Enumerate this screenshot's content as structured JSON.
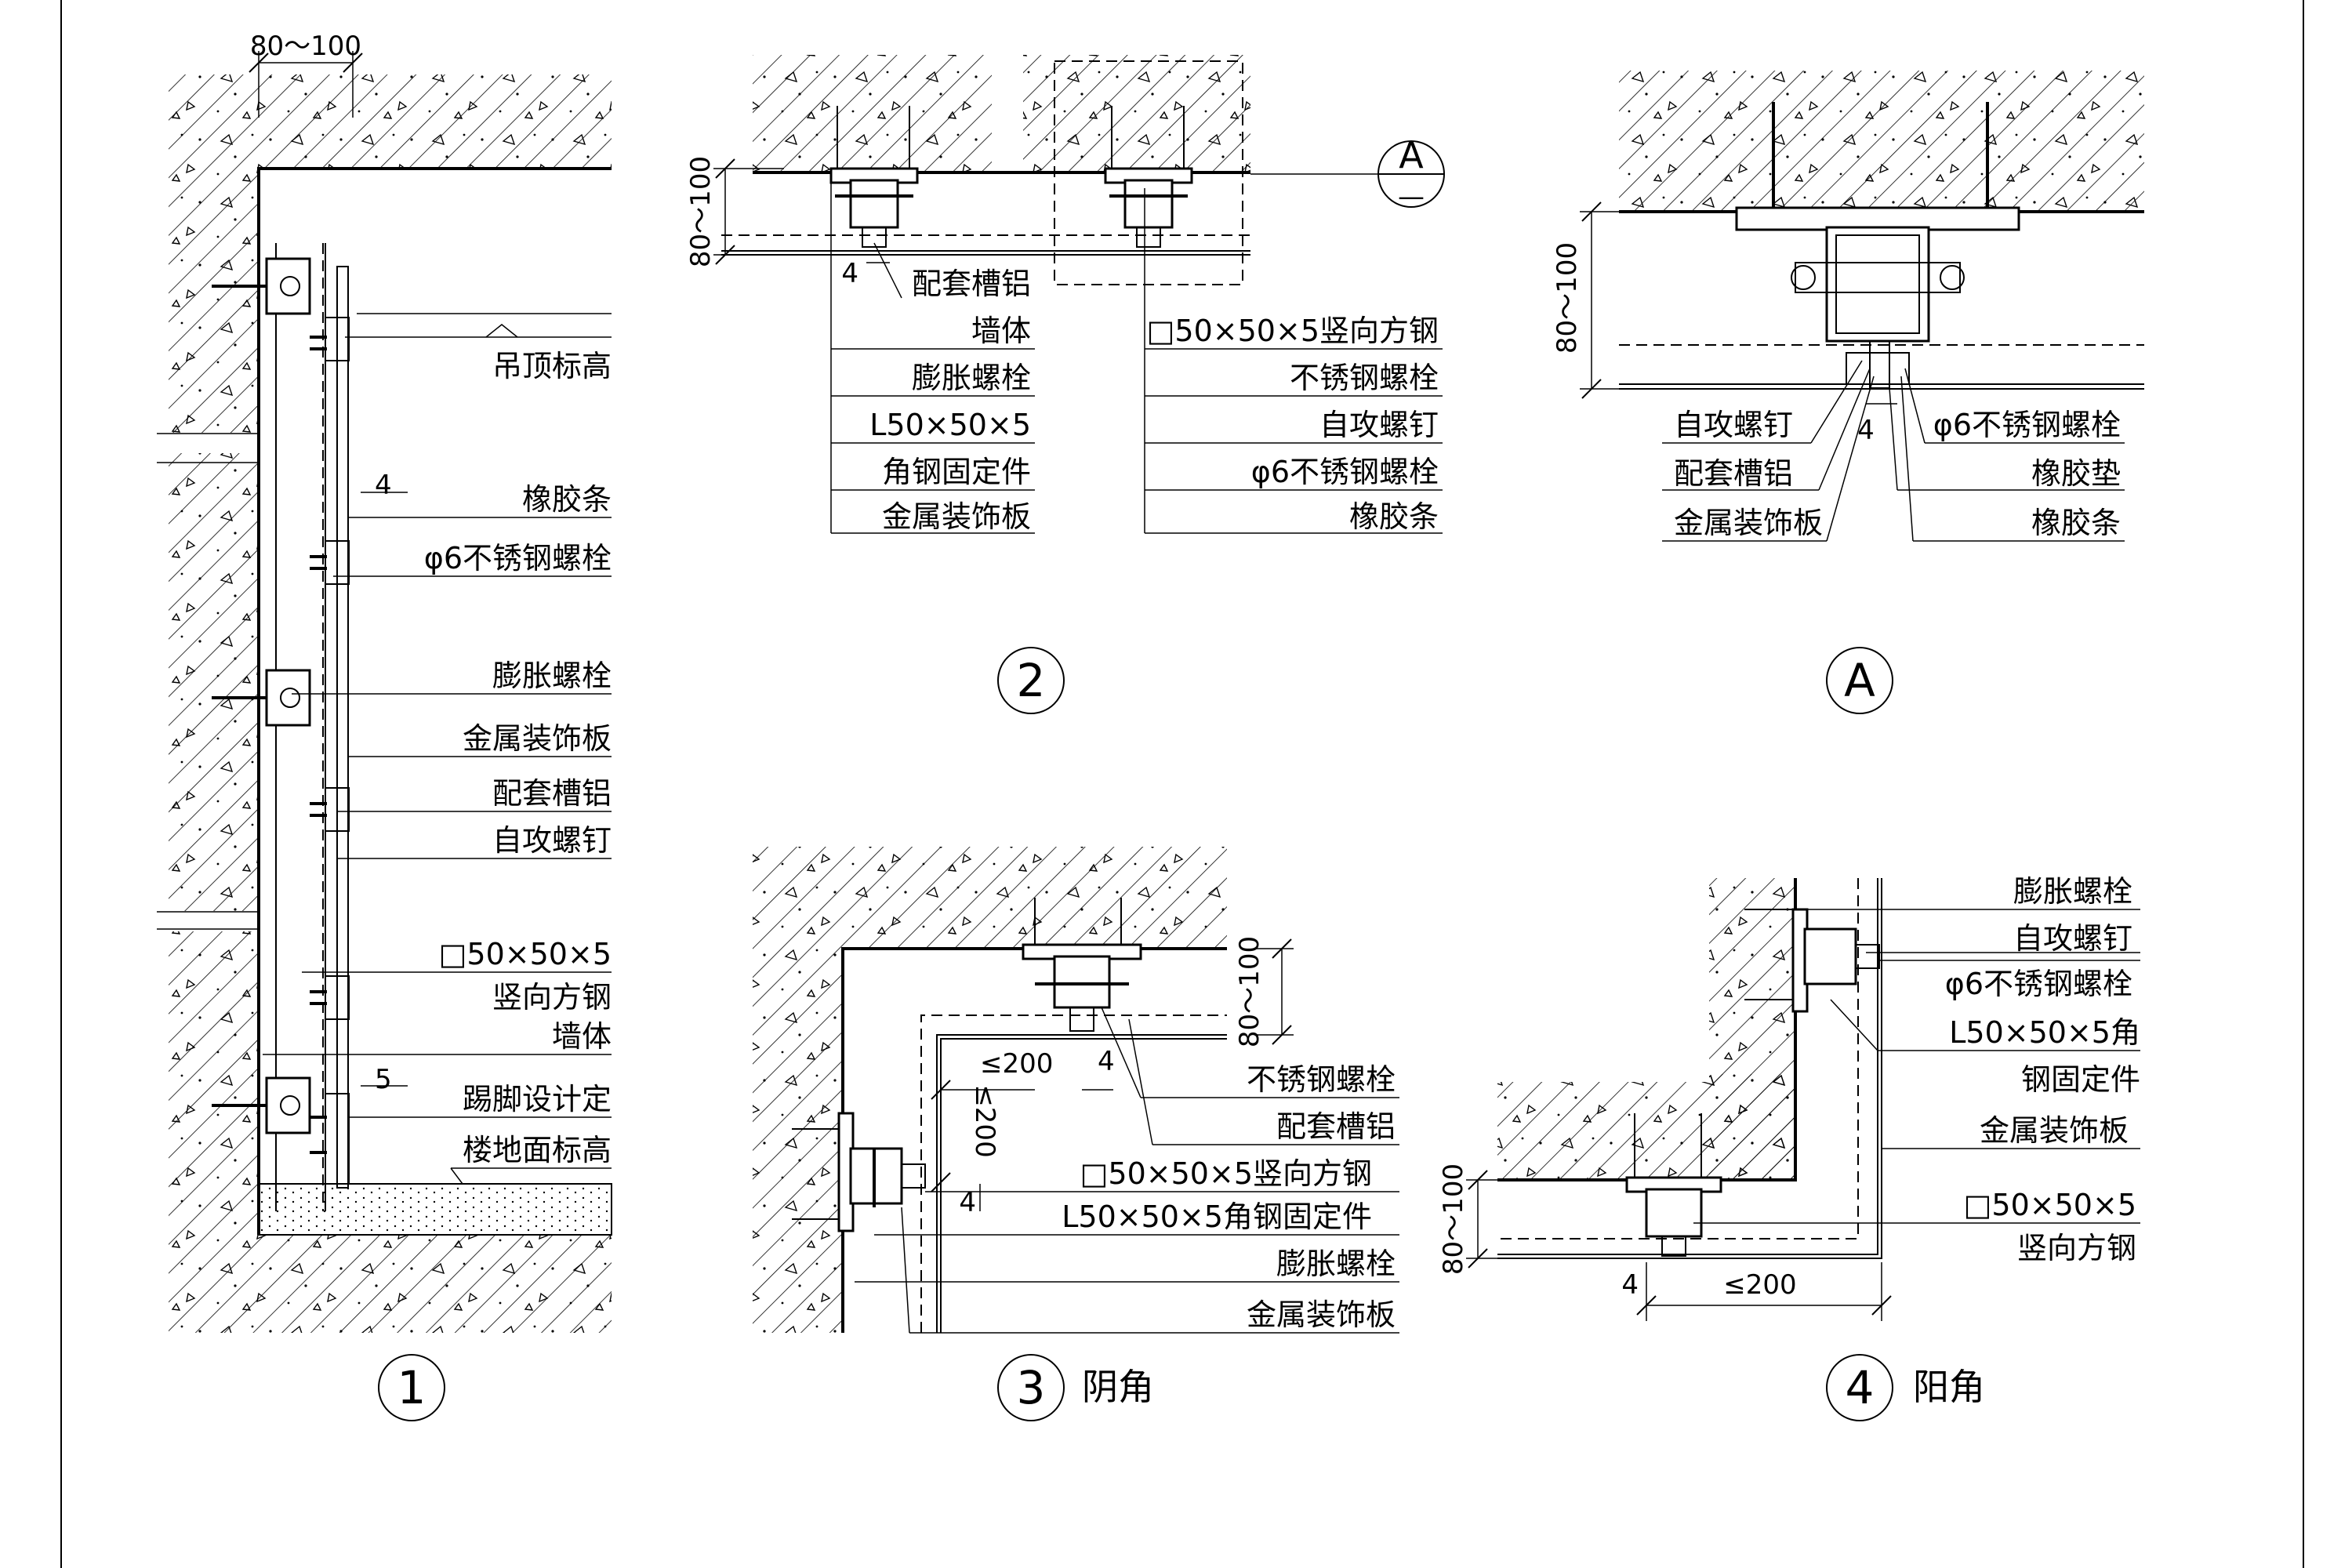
{
  "detail1": {
    "number": "1",
    "dim_top": "80～100",
    "dim_4": "4",
    "dim_5": "5",
    "labels": [
      "吊顶标高",
      "橡胶条",
      "φ6不锈钢螺栓",
      "膨胀螺栓",
      "金属装饰板",
      "配套槽铝",
      "自攻螺钉",
      "□50×50×5",
      "竖向方钢",
      "墙体",
      "踢脚设计定",
      "楼地面标高"
    ]
  },
  "detail2": {
    "number": "2",
    "dim_side": "80～100",
    "dim_4": "4",
    "callout": "A",
    "callout_sub": "—",
    "labels_left": [
      "配套槽铝",
      "墙体",
      "膨胀螺栓",
      "L50×50×5",
      "角钢固定件",
      "金属装饰板"
    ],
    "labels_right": [
      "□50×50×5竖向方钢",
      "不锈钢螺栓",
      "自攻螺钉",
      "φ6不锈钢螺栓",
      "橡胶条"
    ]
  },
  "detailA": {
    "number": "A",
    "dim_side": "80～100",
    "dim_4": "4",
    "labels_left": [
      "自攻螺钉",
      "配套槽铝",
      "金属装饰板"
    ],
    "labels_right": [
      "φ6不锈钢螺栓",
      "橡胶垫",
      "橡胶条"
    ]
  },
  "detail3": {
    "number": "3",
    "caption": "阴角",
    "dim_side": "80～100",
    "dim_200a": "≤200",
    "dim_200b": "≤200",
    "dim_4a": "4",
    "dim_4b": "4",
    "labels": [
      "不锈钢螺栓",
      "配套槽铝",
      "□50×50×5竖向方钢",
      "L50×50×5角钢固定件",
      "膨胀螺栓",
      "金属装饰板"
    ]
  },
  "detail4": {
    "number": "4",
    "caption": "阳角",
    "dim_side": "80～100",
    "dim_200": "≤200",
    "dim_4": "4",
    "labels": [
      "膨胀螺栓",
      "自攻螺钉",
      "φ6不锈钢螺栓",
      "L50×50×5角",
      "钢固定件",
      "金属装饰板",
      "□50×50×5",
      "竖向方钢"
    ]
  }
}
